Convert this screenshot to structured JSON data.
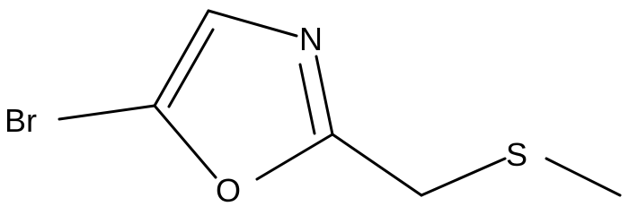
{
  "molecule": {
    "atoms": {
      "bromine": "Br",
      "nitrogen": "N",
      "oxygen": "O",
      "sulfur": "S"
    }
  }
}
